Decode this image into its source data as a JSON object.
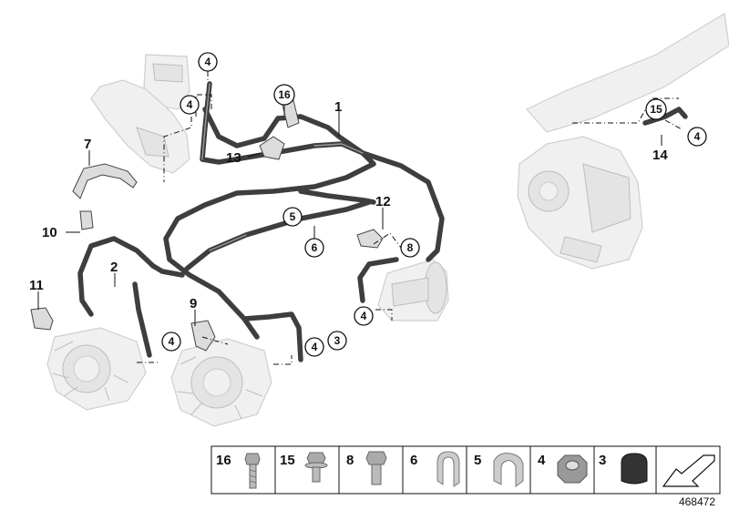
{
  "diagram": {
    "labels": {
      "l1": "1",
      "l2": "2",
      "l7": "7",
      "l9": "9",
      "l10": "10",
      "l11": "11",
      "l12": "12",
      "l13": "13",
      "l14": "14"
    },
    "circled": {
      "c4a": "4",
      "c4b": "4",
      "c16": "16",
      "c5": "5",
      "c6": "6",
      "c8": "8",
      "c4c": "4",
      "c4d": "4",
      "c3": "3",
      "c4e": "4",
      "c15": "15",
      "c4f": "4"
    }
  },
  "parts_strip": {
    "cells": [
      {
        "number": "16",
        "icon": "long-bolt-icon"
      },
      {
        "number": "15",
        "icon": "flange-bolt-icon"
      },
      {
        "number": "8",
        "icon": "hex-bolt-icon"
      },
      {
        "number": "6",
        "icon": "cable-clip-icon"
      },
      {
        "number": "5",
        "icon": "cable-clamp-icon"
      },
      {
        "number": "4",
        "icon": "hex-nut-icon"
      },
      {
        "number": "3",
        "icon": "protective-cap-icon"
      }
    ],
    "last_cell_icon": "arrow-icon"
  },
  "document_number": "468472"
}
